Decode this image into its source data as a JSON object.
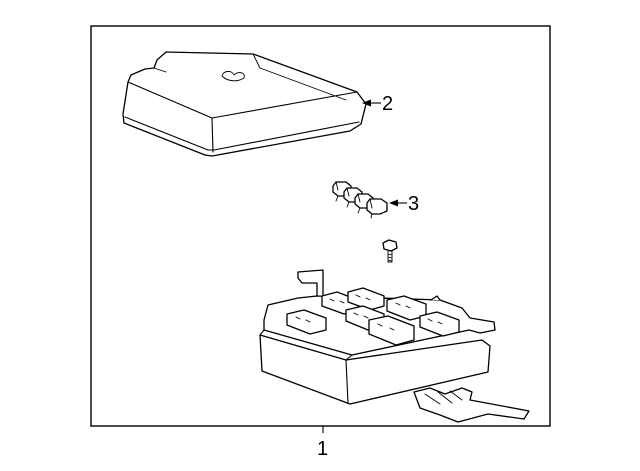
{
  "callouts": {
    "relay_box": "1",
    "cover": "2",
    "fuse_set": "3"
  }
}
